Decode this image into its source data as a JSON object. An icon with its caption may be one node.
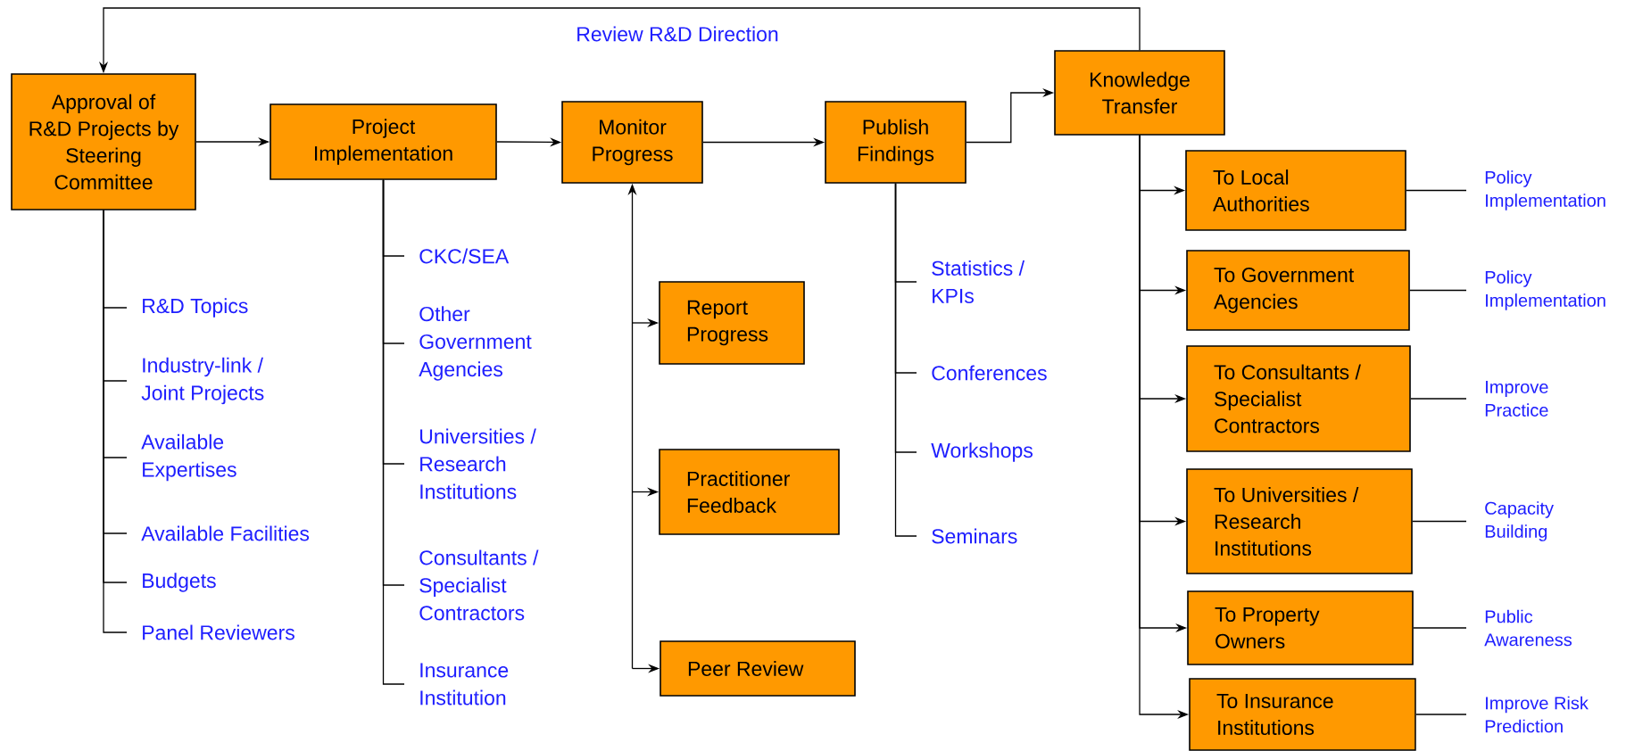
{
  "diagram": {
    "nodes": [
      {
        "text": [
          "Approval of R&D Projects by Steering Committee"
        ]
      },
      {
        "text": [
          "R&D Topics"
        ]
      },
      {
        "text": [
          "Industry-link / Joint Projects"
        ]
      },
      {
        "text": [
          "Available Expertises"
        ]
      },
      {
        "text": [
          "Available Facilities"
        ]
      },
      {
        "text": [
          "Budgets"
        ]
      },
      {
        "text": [
          "Panel Reviewers"
        ]
      },
      {
        "text": [
          "Project Implementation"
        ]
      },
      {
        "text": [
          "CKC/SEA"
        ]
      },
      {
        "text": [
          "Other Government Agencies"
        ]
      },
      {
        "text": [
          "Universities / Research Institutions"
        ]
      },
      {
        "text": [
          "Consultants / Specialist Contractors"
        ]
      },
      {
        "text": [
          "Insurance Institution"
        ]
      },
      {
        "text": [
          "Monitor Progress"
        ]
      },
      {
        "text": [
          "Report Progress"
        ]
      },
      {
        "text": [
          "Practitioner Feedback"
        ]
      },
      {
        "text": [
          "Peer Review"
        ]
      },
      {
        "text": [
          "Publish Findings"
        ]
      },
      {
        "text": [
          "Statistics / KPIs"
        ]
      },
      {
        "text": [
          "Conferences"
        ]
      },
      {
        "text": [
          "Workshops"
        ]
      },
      {
        "text": [
          "Seminars"
        ]
      },
      {
        "text": [
          "Knowledge Transfer"
        ]
      },
      {
        "text": [
          "To Local Authorities"
        ]
      },
      {
        "text": [
          "Policy Implementation"
        ]
      },
      {
        "text": [
          "To Government Agencies"
        ]
      },
      {
        "text": [
          "Policy Implementation"
        ]
      },
      {
        "text": [
          "To Consultants / Specialist Contractors"
        ]
      },
      {
        "text": [
          "Improve Practice"
        ]
      },
      {
        "text": [
          "To Universities / Research Institutions"
        ]
      },
      {
        "text": [
          "Capacity Building"
        ]
      },
      {
        "text": [
          "To Property Owners"
        ]
      },
      {
        "text": [
          "Public Awareness"
        ]
      },
      {
        "text": [
          "To Insurance Institutions"
        ]
      },
      {
        "text": [
          "Improve Risk Prediction"
        ]
      }
    ],
    "edges": [
      {
        "from": 0,
        "to": 7,
        "arrow": "to"
      },
      {
        "from": 7,
        "to": 13,
        "arrow": "to"
      },
      {
        "from": 13,
        "to": 17,
        "arrow": "to"
      },
      {
        "from": 17,
        "to": 22,
        "arrow": "to"
      },
      {
        "from": 22,
        "to": 0,
        "arrow": "to",
        "label": "Review R&D Direction"
      },
      {
        "from": 0,
        "to": 1,
        "arrow": "none"
      },
      {
        "from": 0,
        "to": 2,
        "arrow": "none"
      },
      {
        "from": 0,
        "to": 3,
        "arrow": "none"
      },
      {
        "from": 0,
        "to": 4,
        "arrow": "none"
      },
      {
        "from": 0,
        "to": 5,
        "arrow": "none"
      },
      {
        "from": 0,
        "to": 6,
        "arrow": "none"
      },
      {
        "from": 7,
        "to": 8,
        "arrow": "none"
      },
      {
        "from": 7,
        "to": 9,
        "arrow": "none"
      },
      {
        "from": 7,
        "to": 10,
        "arrow": "none"
      },
      {
        "from": 7,
        "to": 11,
        "arrow": "none"
      },
      {
        "from": 7,
        "to": 12,
        "arrow": "none"
      },
      {
        "from": 13,
        "to": 14,
        "arrow": "both"
      },
      {
        "from": 13,
        "to": 15,
        "arrow": "both"
      },
      {
        "from": 13,
        "to": 16,
        "arrow": "both"
      },
      {
        "from": 17,
        "to": 18,
        "arrow": "none"
      },
      {
        "from": 17,
        "to": 19,
        "arrow": "none"
      },
      {
        "from": 17,
        "to": 20,
        "arrow": "none"
      },
      {
        "from": 17,
        "to": 21,
        "arrow": "none"
      },
      {
        "from": 22,
        "to": 23,
        "arrow": "to"
      },
      {
        "from": 22,
        "to": 25,
        "arrow": "to"
      },
      {
        "from": 22,
        "to": 27,
        "arrow": "to"
      },
      {
        "from": 22,
        "to": 29,
        "arrow": "to"
      },
      {
        "from": 22,
        "to": 31,
        "arrow": "to"
      },
      {
        "from": 22,
        "to": 33,
        "arrow": "to"
      },
      {
        "from": 23,
        "to": 24,
        "arrow": "none"
      },
      {
        "from": 25,
        "to": 26,
        "arrow": "none"
      },
      {
        "from": 27,
        "to": 28,
        "arrow": "none"
      },
      {
        "from": 29,
        "to": 30,
        "arrow": "none"
      },
      {
        "from": 31,
        "to": 32,
        "arrow": "none"
      },
      {
        "from": 33,
        "to": 34,
        "arrow": "none"
      }
    ]
  }
}
